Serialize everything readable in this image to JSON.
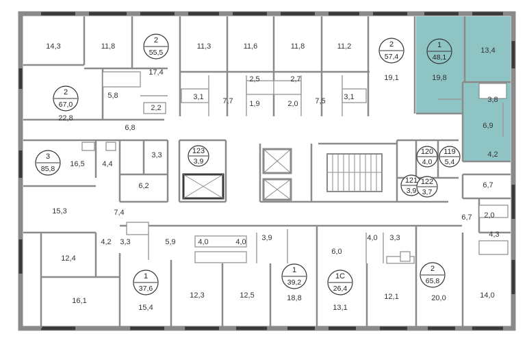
{
  "highlight_color": "#8ec4c4",
  "apartments": [
    {
      "id": "apt-2-55-5",
      "rooms": "2",
      "area": "55,5"
    },
    {
      "id": "apt-2-57-4",
      "rooms": "2",
      "area": "57,4"
    },
    {
      "id": "apt-1-48-1",
      "rooms": "1",
      "area": "48,1",
      "highlighted": true
    },
    {
      "id": "apt-2-67-0",
      "rooms": "2",
      "area": "67,0"
    },
    {
      "id": "apt-3-85-8",
      "rooms": "3",
      "area": "85,8"
    },
    {
      "id": "apt-123-3-9",
      "rooms": "123",
      "area": "3,9"
    },
    {
      "id": "apt-120-4-0",
      "rooms": "120",
      "area": "4,0"
    },
    {
      "id": "apt-119-5-4",
      "rooms": "119",
      "area": "5,4"
    },
    {
      "id": "apt-121-3-9",
      "rooms": "121",
      "area": "3,9"
    },
    {
      "id": "apt-122-3-7",
      "rooms": "122",
      "area": "3,7"
    },
    {
      "id": "apt-1-39-2",
      "rooms": "1",
      "area": "39,2"
    },
    {
      "id": "apt-1c-26-4",
      "rooms": "1С",
      "area": "26,4"
    },
    {
      "id": "apt-2-65-8",
      "rooms": "2",
      "area": "65,8"
    },
    {
      "id": "apt-1-37-6",
      "rooms": "1",
      "area": "37,6"
    }
  ],
  "room_areas": [
    "14,3",
    "11,8",
    "17,4",
    "11,3",
    "11,6",
    "11,8",
    "11,2",
    "19,1",
    "19,8",
    "13,4",
    "5,8",
    "2,2",
    "3,1",
    "2,5",
    "1,9",
    "7,7",
    "2,7",
    "2,0",
    "7,5",
    "3,1",
    "3,8",
    "6,9",
    "22,8",
    "6,8",
    "4,2",
    "16,5",
    "4,4",
    "3,3",
    "6,2",
    "6,7",
    "15,3",
    "7,4",
    "6,7",
    "2,0",
    "4,3",
    "12,4",
    "4,2",
    "3,3",
    "5,9",
    "4,0",
    "4,0",
    "3,9",
    "6,0",
    "4,0",
    "3,3",
    "16,1",
    "15,4",
    "12,3",
    "12,5",
    "18,8",
    "13,1",
    "12,1",
    "20,0",
    "14,0"
  ]
}
